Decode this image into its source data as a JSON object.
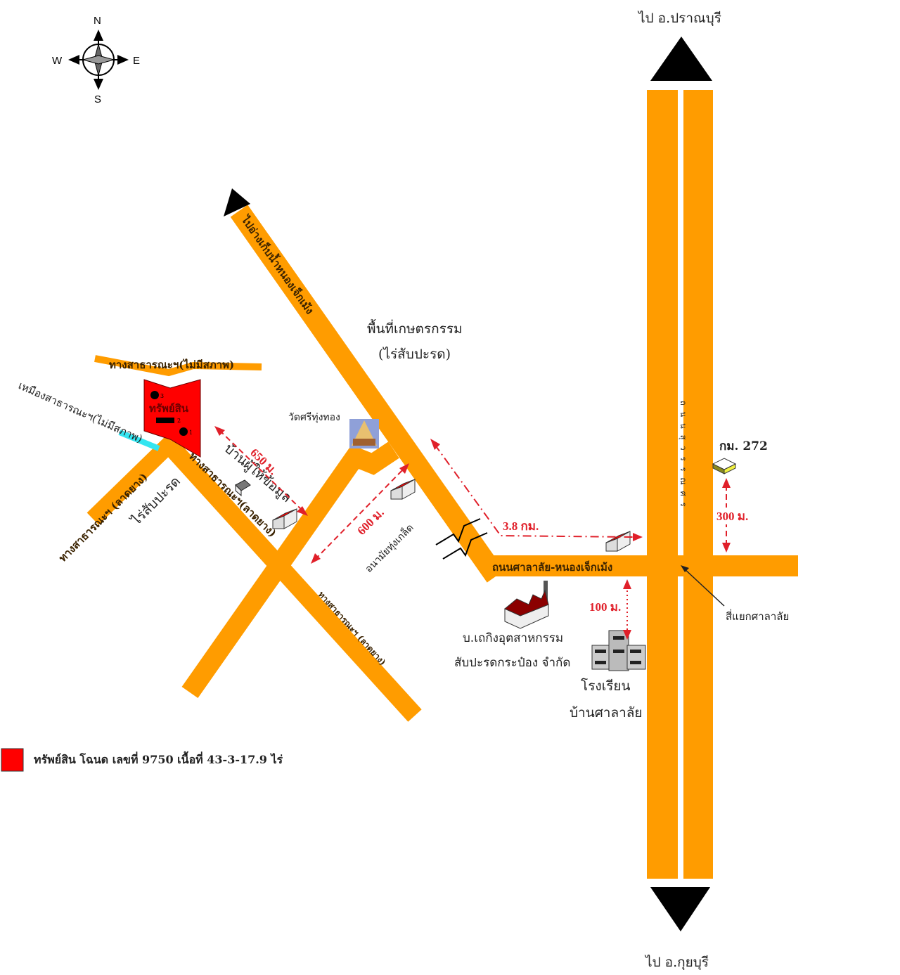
{
  "compass": {
    "n": "N",
    "s": "S",
    "e": "E",
    "w": "W"
  },
  "destinations": {
    "north": "ไป อ.ปราณบุรี",
    "south": "ไป อ.กุยบุรี",
    "northwest": "ไปอ่างเก็บน้ำหนองเจ็กเม้ง"
  },
  "highway_label": "ถนนสุวรรณศร",
  "roads": {
    "main_road": "ถนนศาลาลัย-หนองเจ็กเม้ง",
    "top_road": "ทางสาธารณะฯ(ไม่มีสภาพ)",
    "ditch": "เหมืองสาธารณะฯ(ไม่มีสภาพ)",
    "left_road": "ทางสาธารณะฯ (ลาดยาง)",
    "property_road": "ทางสาธารณะฯ(ลาดยาง)",
    "lower_road": "ทางสาธารณะฯ (ลาดยาง)"
  },
  "places": {
    "agri": [
      "พื้นที่เกษตรกรรม",
      "(ไร่สับปะรด)"
    ],
    "temple": "วัดศรีทุ่งทอง",
    "pineapple_farm": "ไร่สับปะรด",
    "informant_house": "บ้านผู้ให้ข้อมูล",
    "health_center": "อนามัยทุ่งเกล็ด",
    "factory": [
      "บ.เถกิงอุตสาหกรรม",
      "สับปะรดกระป๋อง จำกัด"
    ],
    "school": [
      "โรงเรียน",
      "บ้านศาลาลัย"
    ],
    "junction": "สี่แยกศาลาลัย",
    "km_marker": "กม. 272",
    "property": "ทรัพย์สิน",
    "property_points": [
      "1",
      "2",
      "3"
    ]
  },
  "distances": {
    "d650": "650 ม.",
    "d600": "600 ม.",
    "d38": "3.8 กม.",
    "d300": "300 ม.",
    "d100": "100 ม."
  },
  "legend": {
    "label": "ทรัพย์สิน โฉนด เลขที่ 9750 เนื้อที่ 43-3-17.9 ไร่",
    "color": "#ff0000"
  },
  "colors": {
    "road": "#ff9c00",
    "property": "#ff0000",
    "distance": "#e0202a",
    "ditch": "#33e5f0"
  }
}
